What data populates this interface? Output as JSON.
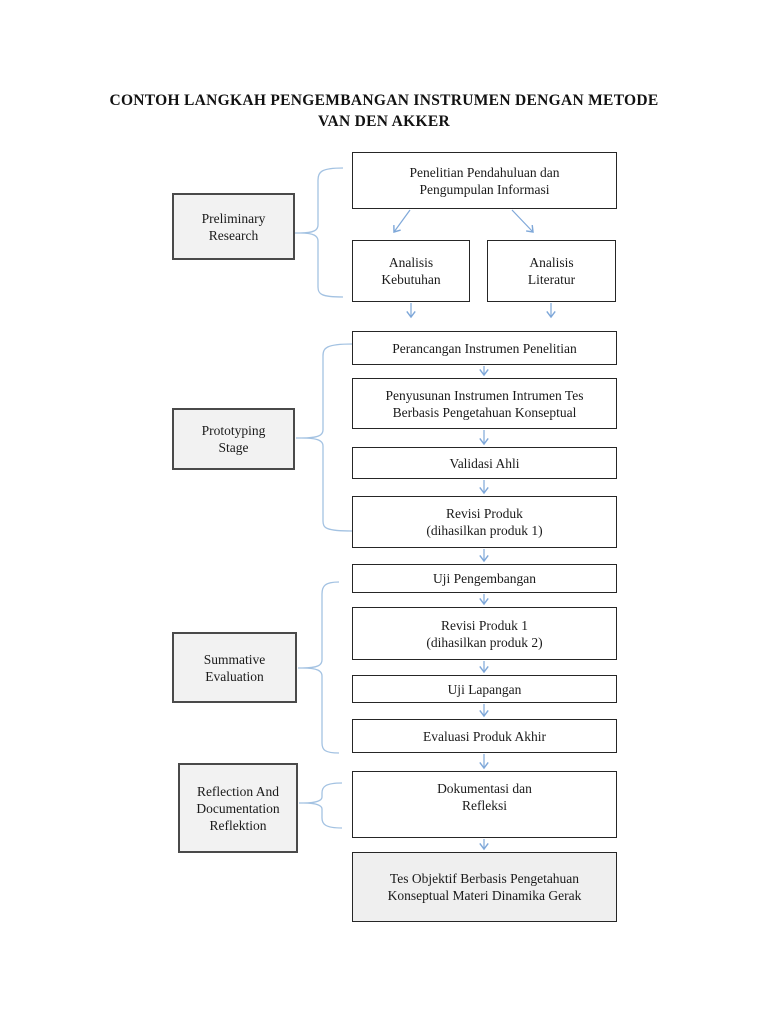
{
  "title": {
    "text": "CONTOH LANGKAH PENGEMBANGAN INSTRUMEN DENGAN METODE\nVAN DEN AKKER"
  },
  "stages": [
    {
      "label": "Preliminary\nResearch"
    },
    {
      "label": "Prototyping\nStage"
    },
    {
      "label": "Summative\nEvaluation"
    },
    {
      "label": "Reflection And\nDocumentation\nReflektion"
    }
  ],
  "flow": [
    {
      "label": "Penelitian Pendahuluan dan\nPengumpulan Informasi"
    },
    {
      "label": "Analisis\nKebutuhan"
    },
    {
      "label": "Analisis\nLiteratur"
    },
    {
      "label": "Perancangan Instrumen Penelitian"
    },
    {
      "label": "Penyusunan Instrumen  Intrumen Tes\nBerbasis Pengetahuan Konseptual"
    },
    {
      "label": "Validasi Ahli"
    },
    {
      "label": "Revisi Produk\n(dihasilkan produk 1)"
    },
    {
      "label": "Uji Pengembangan"
    },
    {
      "label": "Revisi Produk 1\n(dihasilkan produk 2)"
    },
    {
      "label": "Uji Lapangan"
    },
    {
      "label": "Evaluasi Produk Akhir"
    },
    {
      "label": "Dokumentasi dan\nRefleksi"
    },
    {
      "label": "Tes Objektif Berbasis Pengetahuan\nKonseptual Materi Dinamika Gerak"
    }
  ],
  "colors": {
    "arrow_blue": "#7fa8d9",
    "brace_blue": "#a3c2e2",
    "stage_fill": "#f2f2f2",
    "stage_border": "#4a4a4a",
    "flow_border": "#262626",
    "final_fill": "#efefef",
    "page_bg": "#ffffff"
  }
}
